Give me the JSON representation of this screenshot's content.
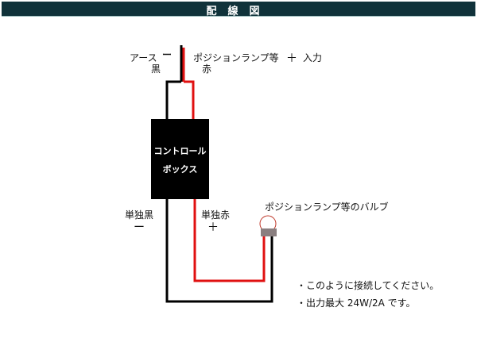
{
  "header": {
    "title": "配線図"
  },
  "input": {
    "ground_label": "アース",
    "ground_sign": "ー",
    "ground_color": "黒",
    "position_label": "ポジションランプ等",
    "position_color": "赤",
    "plus_sign": "＋",
    "input_label": "入力"
  },
  "control_box": {
    "line1": "コントロール",
    "line2": "ボックス"
  },
  "output": {
    "black_label": "単独黒",
    "black_sign": "ー",
    "red_label": "単独赤",
    "red_sign": "＋"
  },
  "bulb": {
    "label": "ポジションランプ等のバルブ"
  },
  "notes": [
    "・このように接続してください。",
    "・出力最大 24W/2A です。"
  ],
  "colors": {
    "header_bg": "#10323a",
    "wire_red": "#e01010",
    "wire_black": "#000000",
    "bulb_socket": "#8a7f80",
    "bulb_outline": "#c0392b"
  }
}
